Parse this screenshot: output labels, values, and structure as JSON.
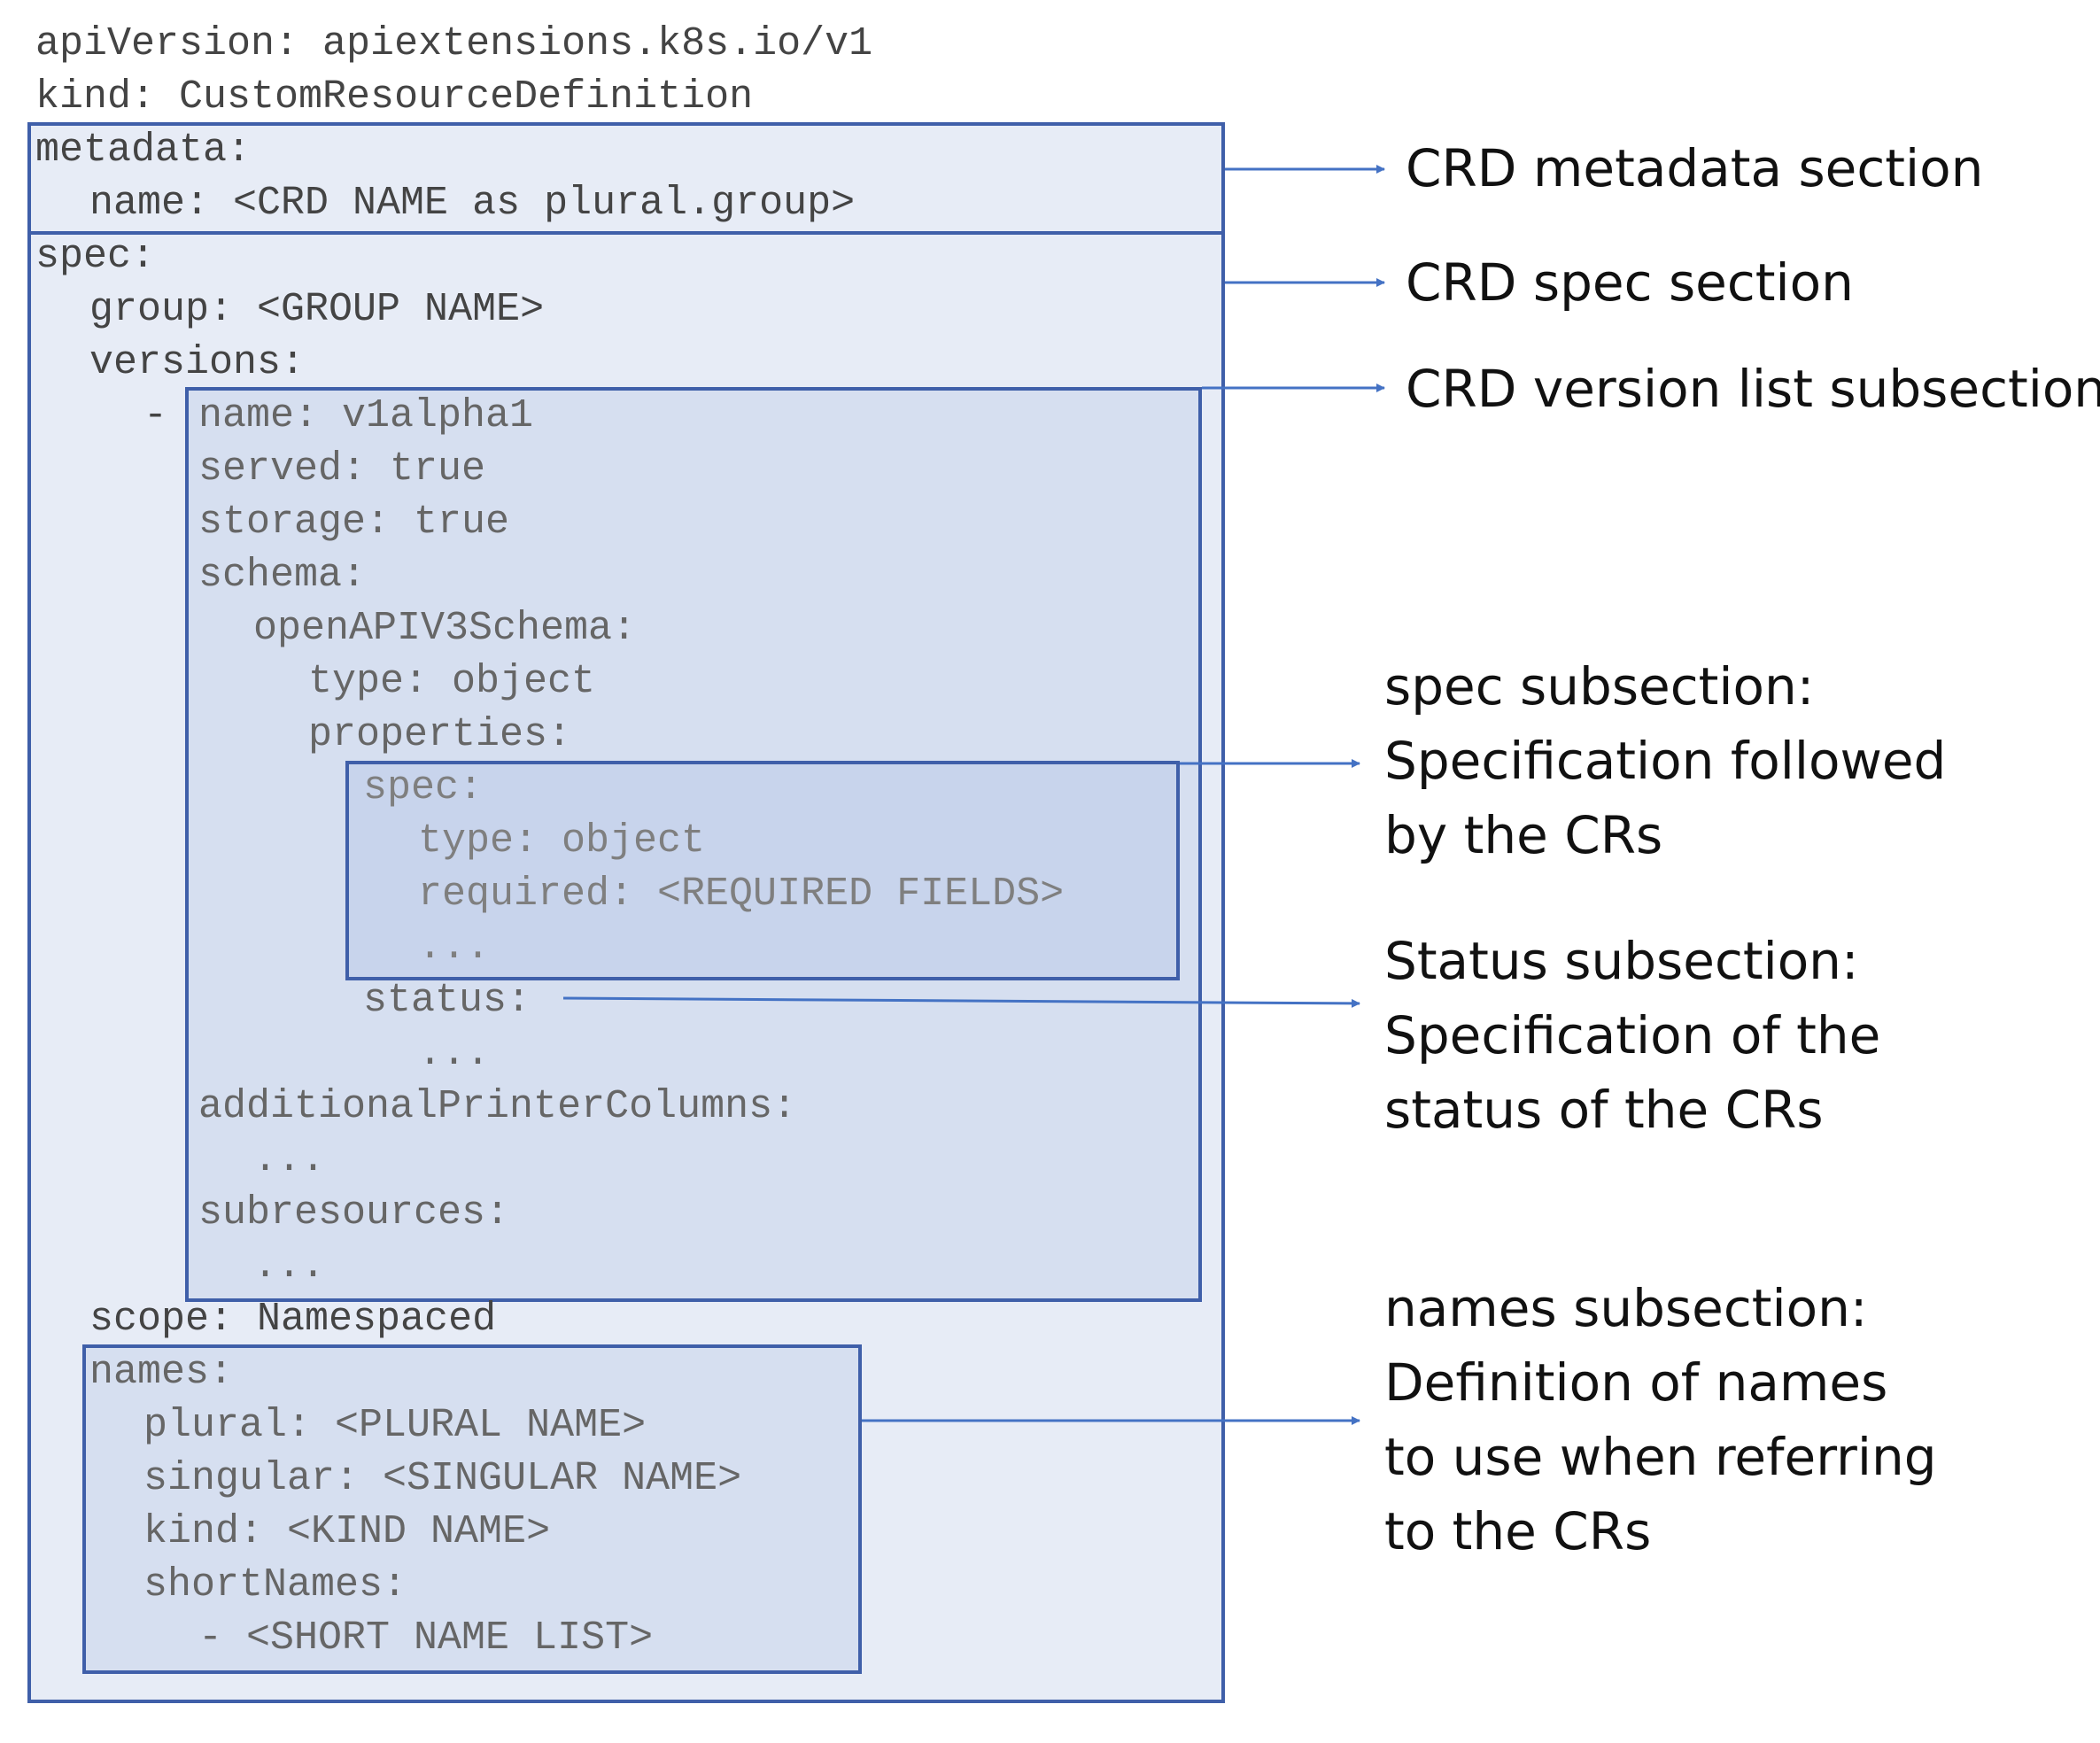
{
  "code": {
    "api_version": "apiVersion: apiextensions.k8s.io/v1",
    "kind": "kind: CustomResourceDefinition",
    "metadata": "metadata:",
    "metadata_name": "name: <CRD NAME as plural.group>",
    "spec": "spec:",
    "group": "group: <GROUP NAME>",
    "versions": "versions:",
    "dash": "-",
    "version_name": "name: v1alpha1",
    "served": "served: true",
    "storage": "storage: true",
    "schema": "schema:",
    "open_api": "openAPIV3Schema:",
    "type_object": "type: object",
    "properties": "properties:",
    "props_spec": "spec:",
    "props_spec_type": "type: object",
    "props_spec_required": "required: <REQUIRED FIELDS>",
    "props_spec_ellipsis": "...",
    "status": "status:",
    "status_ellipsis": "...",
    "additional_printer_columns": "additionalPrinterColumns:",
    "apc_ellipsis": "...",
    "subresources": "subresources:",
    "subresources_ellipsis": "...",
    "scope": "scope: Namespaced",
    "names": "names:",
    "plural": "plural: <PLURAL NAME>",
    "singular": "singular: <SINGULAR NAME>",
    "names_kind": "kind: <KIND NAME>",
    "short_names": "shortNames:",
    "short_names_item": "- <SHORT NAME LIST>"
  },
  "annotations": {
    "metadata_section": "CRD metadata section",
    "spec_section": "CRD spec section",
    "version_list": "CRD version list subsection",
    "spec_subsection": [
      "spec subsection:",
      "Specification followed",
      "by the CRs"
    ],
    "status_subsection": [
      "Status subsection:",
      "Specification of the",
      "status of the CRs"
    ],
    "names_subsection": [
      "names subsection:",
      "Definition of names",
      "to use when referring",
      "to the CRs"
    ]
  },
  "colors": {
    "box_border": "#3f5fa9",
    "arrow": "#4472c4",
    "fill_outer": "#e7ecf6",
    "fill_version": "#d6dff0",
    "fill_inner": "#c8d4ec"
  }
}
